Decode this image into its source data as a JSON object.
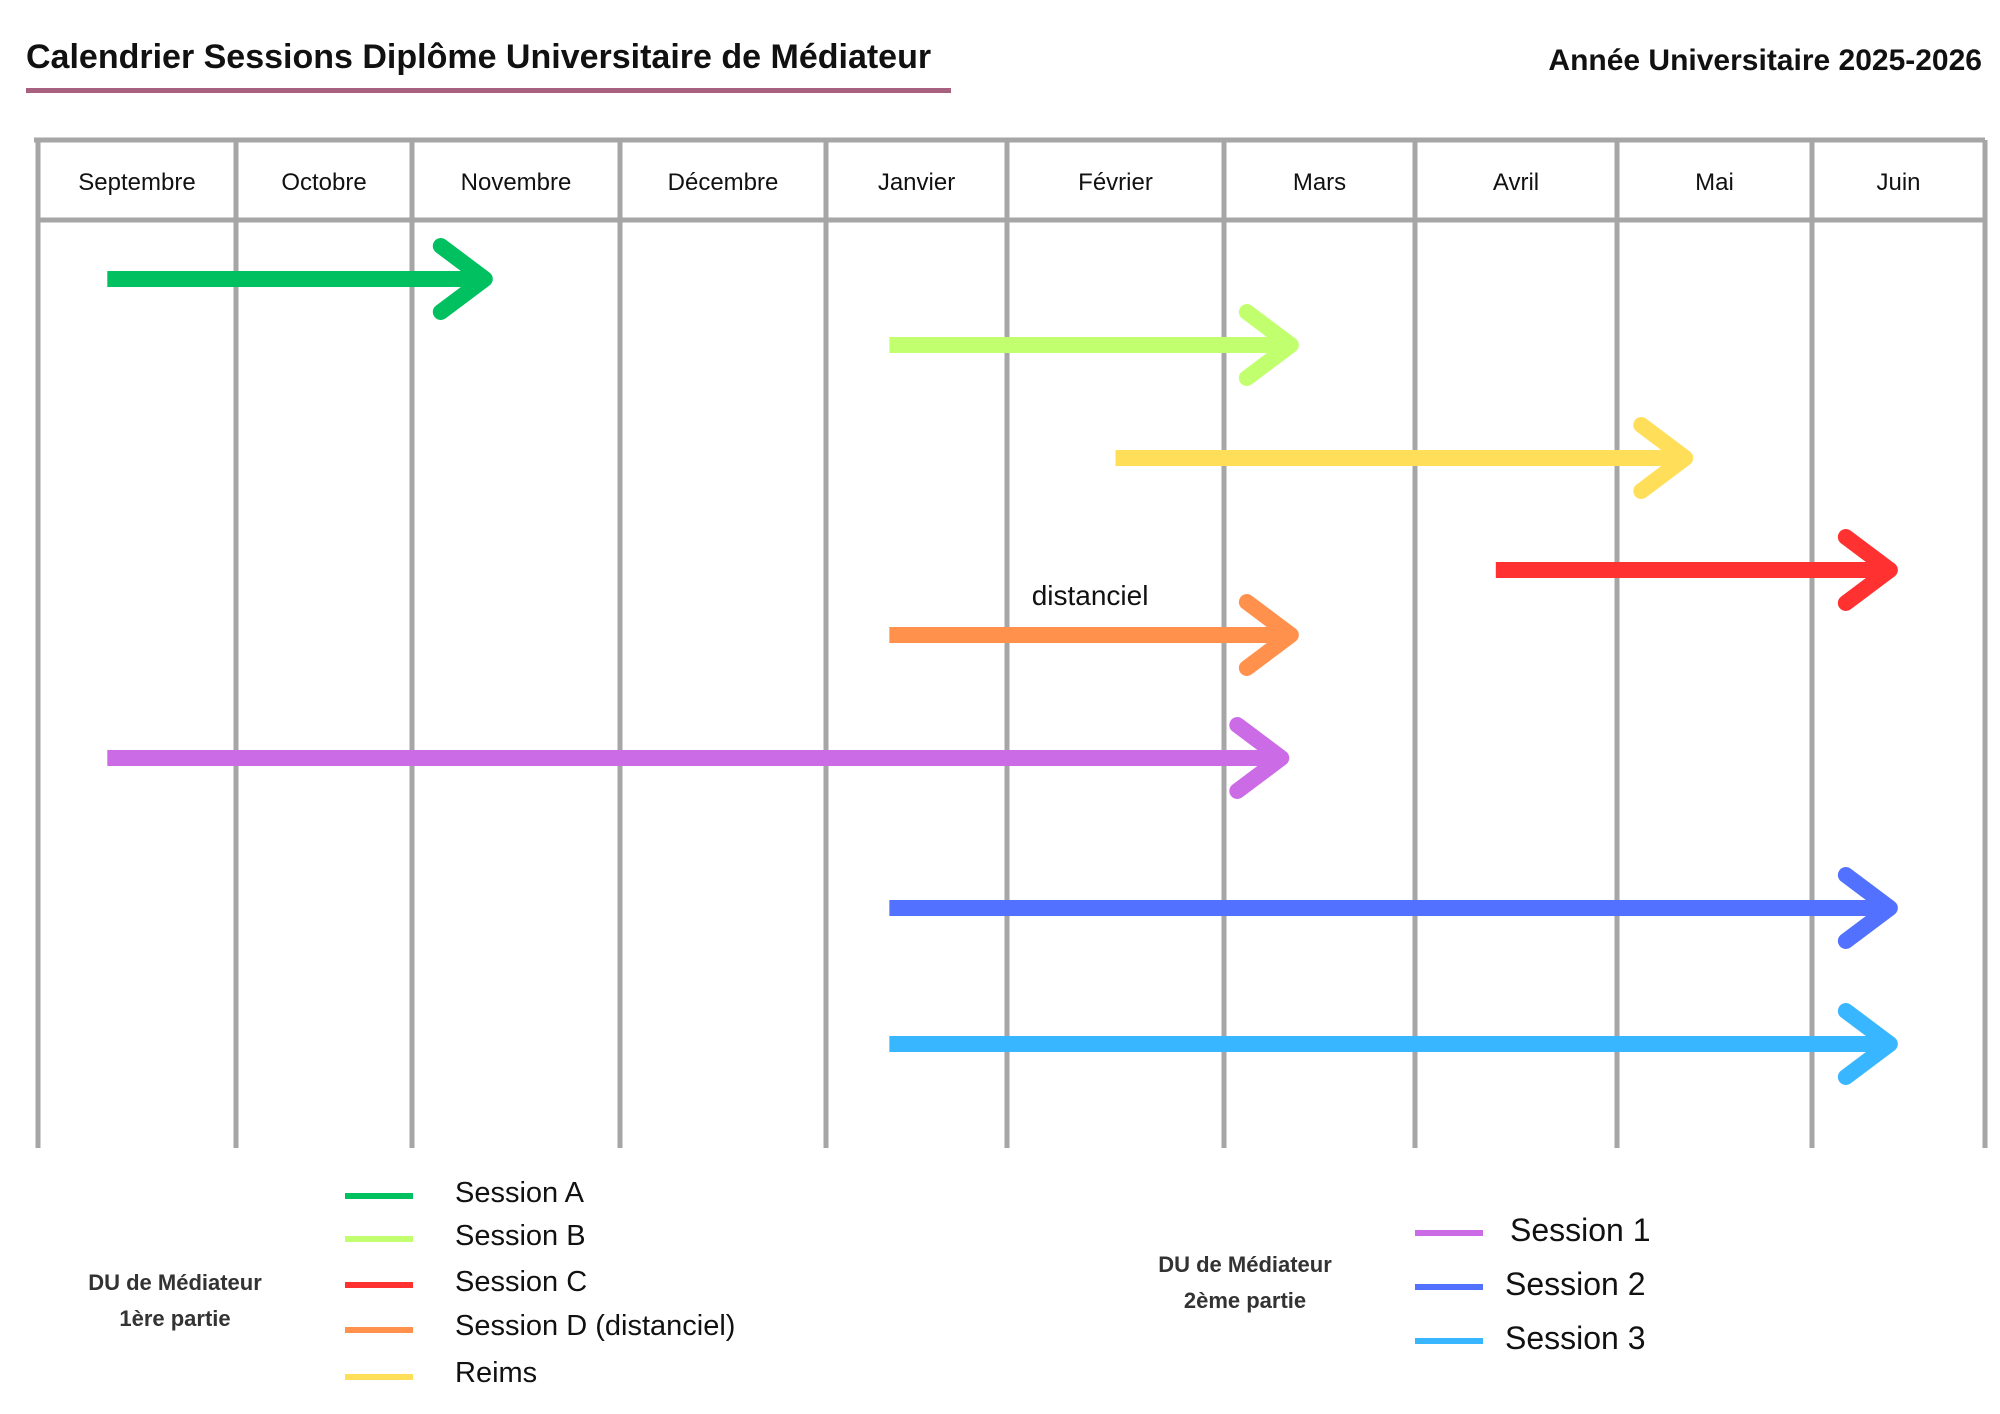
{
  "header": {
    "title": "Calendrier Sessions Diplôme Universitaire de Médiateur",
    "year": "Année Universitaire 2025-2026"
  },
  "months": [
    "Septembre",
    "Octobre",
    "Novembre",
    "Décembre",
    "Janvier",
    "Février",
    "Mars",
    "Avril",
    "Mai",
    "Juin"
  ],
  "sessions": [
    {
      "id": "A",
      "start": 0.35,
      "end": 2.35,
      "color": "#00c060"
    },
    {
      "id": "B",
      "start": 4.35,
      "end": 6.35,
      "color": "#c2ff6e"
    },
    {
      "id": "Reims",
      "start": 5.5,
      "end": 8.35,
      "color": "#ffde59"
    },
    {
      "id": "C",
      "start": 7.4,
      "end": 9.45,
      "color": "#ff3131"
    },
    {
      "id": "D",
      "start": 4.35,
      "end": 6.35,
      "color": "#ff914d",
      "annotation": "distanciel"
    },
    {
      "id": "1",
      "start": 0.35,
      "end": 6.3,
      "color": "#cb6ce6"
    },
    {
      "id": "2",
      "start": 4.35,
      "end": 9.45,
      "color": "#5271ff"
    },
    {
      "id": "3",
      "start": 4.35,
      "end": 9.45,
      "color": "#38b6ff"
    }
  ],
  "legend": {
    "part1": {
      "label_line1": "DU de Médiateur",
      "label_line2": "1ère partie",
      "items": [
        {
          "label": "Session A",
          "color": "#00c060"
        },
        {
          "label": "Session B",
          "color": "#c2ff6e"
        },
        {
          "label": "Session C",
          "color": "#ff3131"
        },
        {
          "label": "Session D  (distanciel)",
          "color": "#ff914d"
        },
        {
          "label": "Reims",
          "color": "#ffde59"
        }
      ]
    },
    "part2": {
      "label_line1": "DU de Médiateur",
      "label_line2": "2ème partie",
      "items": [
        {
          "label": "Session 1",
          "color": "#cb6ce6"
        },
        {
          "label": "Session 2",
          "color": "#5271ff"
        },
        {
          "label": "Session 3",
          "color": "#38b6ff"
        }
      ]
    }
  },
  "colors": {
    "grid": "#a6a6a6",
    "accent": "#a8607f"
  }
}
